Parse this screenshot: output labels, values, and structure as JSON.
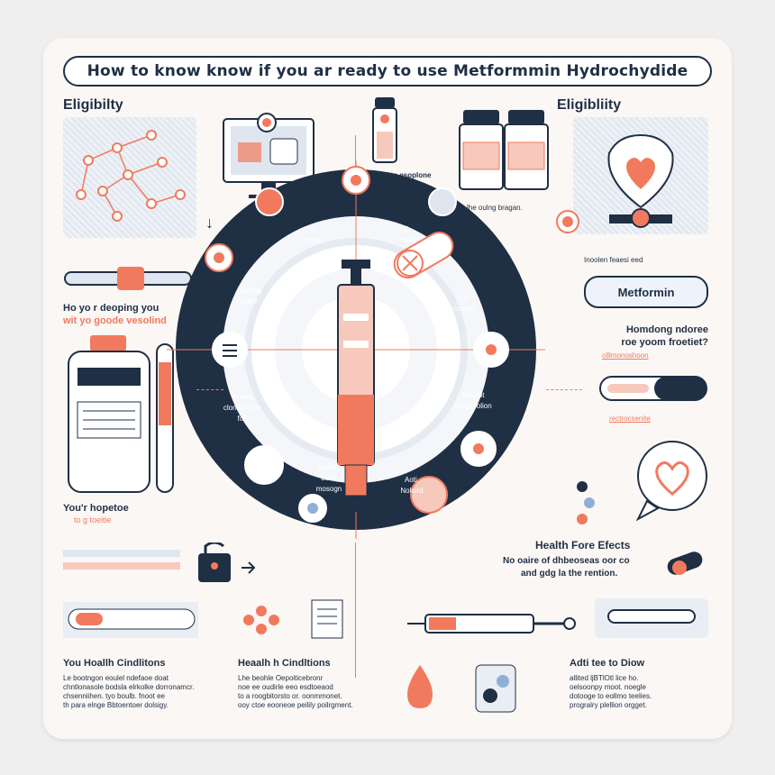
{
  "title": "How to know know if you ar ready to use Metformmin  Hydrochydide",
  "sections": {
    "eligibility_left": "Eligibilty",
    "eligibility_right": "Eligibliity",
    "left_mid_heading": "Ho yo r deoping you",
    "left_mid_sub": "wit yo goode vesolind",
    "left_low_heading": "You'r hopetoe",
    "left_low_sub": "to g toeitie",
    "right_pill_label": "Metformin",
    "right_mid_heading": "Homdong ndoree",
    "right_mid_sub": "roe yoom froetiet?",
    "right_mid_small": "olllmonoshoon",
    "right_small_2": "rectrocsenite",
    "health_effects_heading": "Health Fore Efects",
    "health_effects_text_1": "No oaire of dhbeoseas oor co",
    "health_effects_text_2": "and gdg la the rention.",
    "bottom_col1_heading": "You Hoallh Cindlitons",
    "bottom_col1_text": "Le bootngon eoulel ndefaoe doat\nchntlonasole bodsla elrkolke dorronamcr.\nchsenniihen. tyo boulb. fnoot ee\nth para elnge Bbtoentoer dolsigy.",
    "bottom_col2_heading": "Heaalh h Cindltions",
    "bottom_col2_text": "Lhe beohle Oepoiticebronr\nnoe ee oudirle eeo esdtoeaod\nto a roogbitorsto or. oonmmonet.\nooy ctoe eooneoe peilily poilrgment.",
    "bottom_col3_heading": "Adti tee to Diow",
    "bottom_col3_text": "allited ljBTlOtl lice ho.\noelsoonpy moot. noegle\ndotooge to eollmo teelies.\nprogralry plellion orgget.",
    "top_mid_label": "Poilol to esoplone",
    "top_right_label": "lhe oulng bragan.",
    "right_caption": "Inoolen feaesi eed",
    "ring_labels": [
      "0",
      "Leroan",
      "C",
      "loann",
      "readlng",
      "eaeir",
      "Ulo",
      "Iosnop",
      "of eon",
      "clonnolvypn",
      "foo",
      "Relolot",
      "roogasolion",
      "Qulmg",
      "done",
      "mosogn",
      "Aoti.",
      "Noloird"
    ]
  },
  "colors": {
    "accent": "#f17a5e",
    "navy": "#1f2f44",
    "light_blue": "#e9eef5"
  }
}
